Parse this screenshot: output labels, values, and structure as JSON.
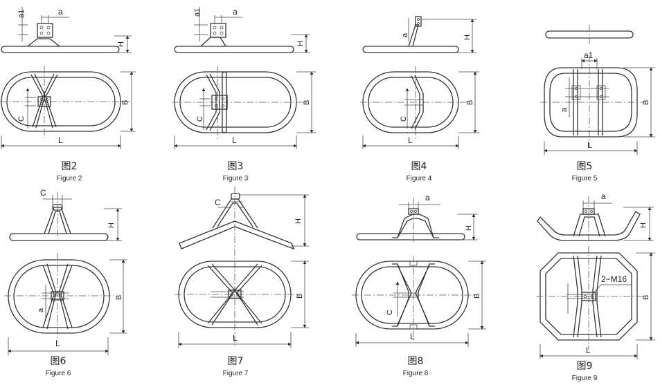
{
  "figures": [
    {
      "cn": "图2",
      "en": "Figure 2",
      "labels": {
        "a1": "a1",
        "a": "a",
        "H": "H",
        "B": "B",
        "C": "C",
        "L": "L"
      }
    },
    {
      "cn": "图3",
      "en": "Figure 3",
      "labels": {
        "a1": "a1",
        "a": "a",
        "H": "H",
        "B": "B",
        "C": "C",
        "L": "L"
      }
    },
    {
      "cn": "图4",
      "en": "Figure 4",
      "labels": {
        "a": "a",
        "H": "H",
        "B": "B",
        "C": "C",
        "L": "L"
      }
    },
    {
      "cn": "图5",
      "en": "Figure 5",
      "labels": {
        "a1": "a1",
        "a": "a",
        "B": "B",
        "L": "L"
      }
    },
    {
      "cn": "图6",
      "en": "Figure 6",
      "labels": {
        "C": "C",
        "H": "H",
        "B": "B",
        "a": "a",
        "L": "L"
      }
    },
    {
      "cn": "图7",
      "en": "Figure 7",
      "labels": {
        "C": "C",
        "H": "H",
        "B": "B",
        "L": "L"
      }
    },
    {
      "cn": "图8",
      "en": "Figure 8",
      "labels": {
        "a": "a",
        "H": "H",
        "B": "B",
        "C": "C",
        "L": "L"
      }
    },
    {
      "cn": "图9",
      "en": "Figure 9",
      "labels": {
        "a": "a",
        "H": "H",
        "B": "B",
        "bolt": "2−M16",
        "L": "L"
      }
    }
  ]
}
